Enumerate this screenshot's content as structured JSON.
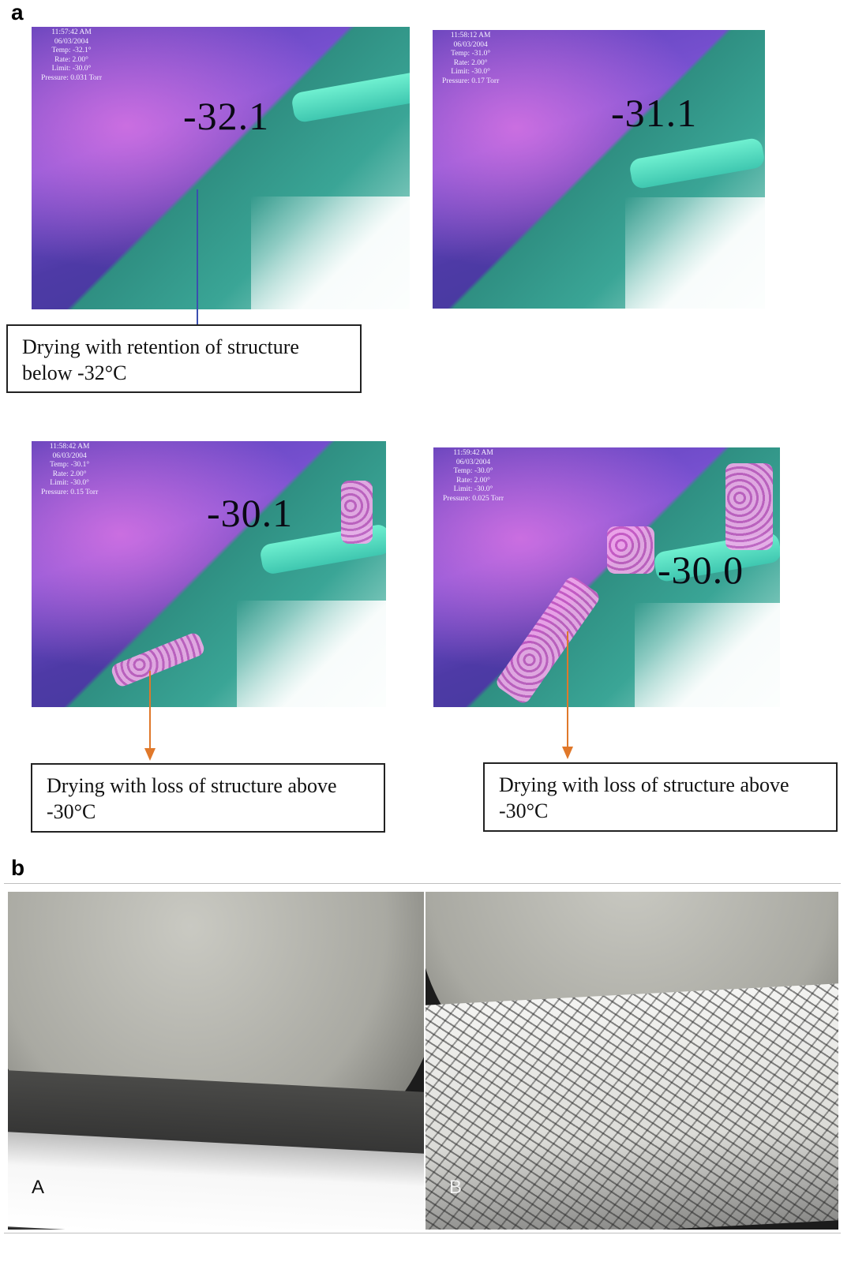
{
  "panel_a": {
    "letter": "a",
    "frames": [
      {
        "time": "11:57:42 AM",
        "date": "06/03/2004",
        "temp": "Temp: -32.1°",
        "rate": "Rate: 2.00°",
        "limit": "Limit: -30.0°",
        "pressure": "Pressure: 0.031 Torr",
        "big_temp": "-32.1"
      },
      {
        "time": "11:58:12 AM",
        "date": "06/03/2004",
        "temp": "Temp: -31.0°",
        "rate": "Rate: 2.00°",
        "limit": "Limit: -30.0°",
        "pressure": "Pressure: 0.17 Torr",
        "big_temp": "-31.1"
      },
      {
        "time": "11:58:42 AM",
        "date": "06/03/2004",
        "temp": "Temp: -30.1°",
        "rate": "Rate: 2.00°",
        "limit": "Limit: -30.0°",
        "pressure": "Pressure: 0.15 Torr",
        "big_temp": "-30.1"
      },
      {
        "time": "11:59:42 AM",
        "date": "06/03/2004",
        "temp": "Temp: -30.0°",
        "rate": "Rate: 2.00°",
        "limit": "Limit: -30.0°",
        "pressure": "Pressure: 0.025 Torr",
        "big_temp": "-30.0"
      }
    ],
    "annotations": {
      "retention_line1": "Drying with retention of structure",
      "retention_line2": "below -32°C",
      "loss_left_line1": "Drying with loss of structure above",
      "loss_left_line2": "-30°C",
      "loss_right_line1": "Drying with loss of structure above",
      "loss_right_line2": "-30°C"
    },
    "colors": {
      "leader_blue": "#3a4fb0",
      "leader_orange": "#e0782a"
    }
  },
  "panel_b": {
    "letter": "b",
    "label_left": "A",
    "label_right": "B"
  }
}
